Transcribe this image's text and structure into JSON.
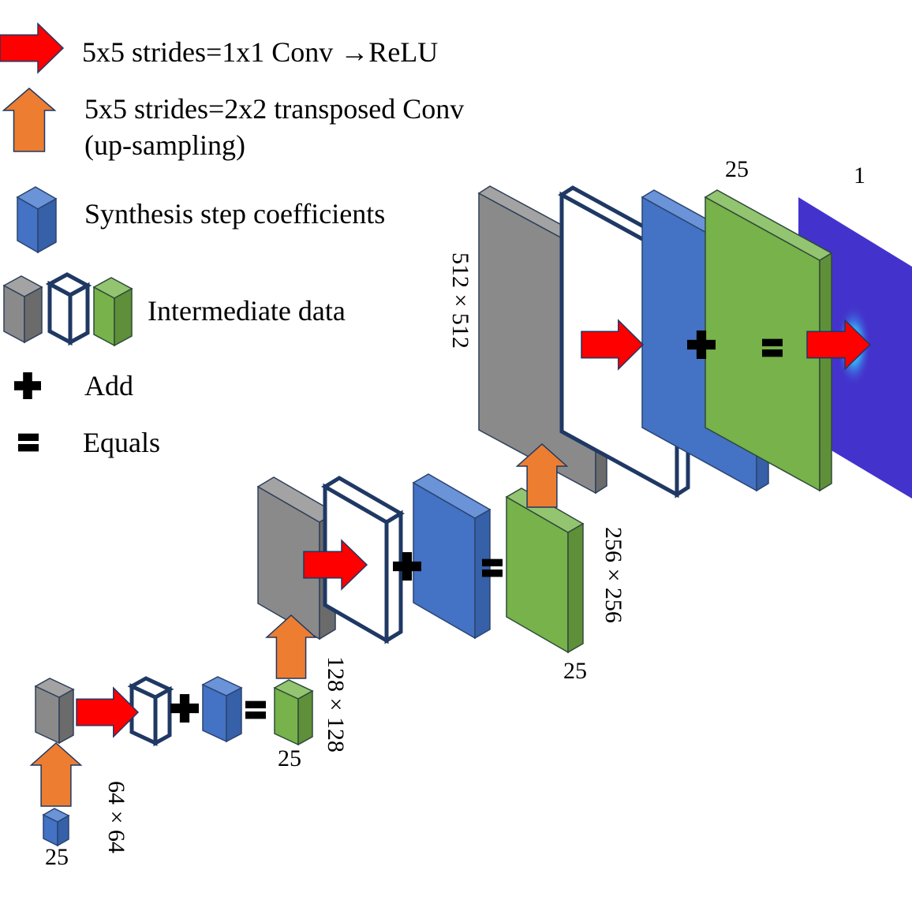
{
  "legend": {
    "conv": "5x5 strides=1x1 Conv →ReLU",
    "tconv_line1": "5x5 strides=2x2 transposed Conv",
    "tconv_line2": "(up-sampling)",
    "coeffs": "Synthesis step coefficients",
    "intermediate": "Intermediate data",
    "add": "Add",
    "equals": "Equals"
  },
  "labels": {
    "dim_512": "512 × 512",
    "dim_256": "256 × 256",
    "dim_128": "128 × 128",
    "dim_64": "64 × 64",
    "ch_top_25": "25",
    "ch_top_1": "1",
    "ch_mid_25": "25",
    "ch_small_25": "25",
    "ch_input_25": "25"
  },
  "colors": {
    "conv_arrow": "#ff0000",
    "upsample_arrow": "#ed7d31",
    "coefficients": "#4472c4",
    "intermediate_gray": "#888888",
    "intermediate_green": "#70ad47",
    "outline": "#1f3864",
    "output_image": "#4333cc"
  }
}
